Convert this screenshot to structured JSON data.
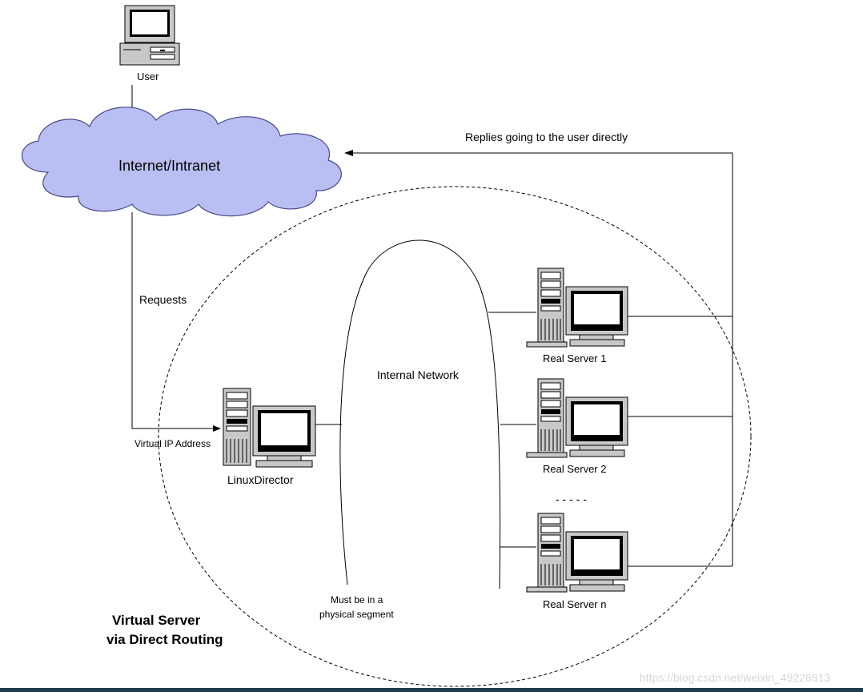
{
  "labels": {
    "user": "User",
    "internet": "Internet/Intranet",
    "replies": "Replies going to the user directly",
    "requests": "Requests",
    "virtual_ip": "Virtual IP Address",
    "linux_director": "LinuxDirector",
    "internal_network": "Internal Network",
    "real_server_1": "Real Server 1",
    "real_server_2": "Real Server 2",
    "real_server_n": "Real Server n",
    "ellipsis": "- - - - -",
    "physical_segment_line1": "Must be in a",
    "physical_segment_line2": "physical segment",
    "title_line1": "Virtual Server",
    "title_line2": "via Direct Routing",
    "watermark": "https://blog.csdn.net/weixin_49226813"
  },
  "colors": {
    "cloud_fill": "#b9bff2",
    "cloud_stroke": "#4a4a8a",
    "line": "#000000",
    "background": "#ffffff",
    "bottom_bar": "#1f3a4d",
    "watermark": "#d6d6d6"
  },
  "icons": [
    "desktop-computer-icon",
    "cloud-icon",
    "server-tower-icon",
    "crt-monitor-icon",
    "arrow-head-icon"
  ]
}
